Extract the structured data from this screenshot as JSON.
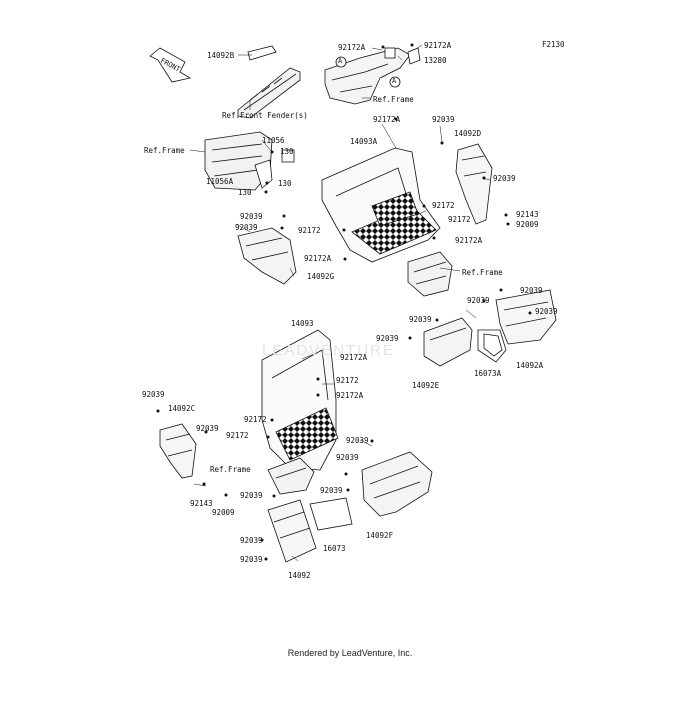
{
  "figure_code": "F2130",
  "footer": "Rendered by LeadVenture, Inc.",
  "watermark": "LEADVENTURE",
  "front_arrow": "FRONT",
  "callouts": [
    "A",
    "A"
  ],
  "labels": {
    "p14092B": "14092B",
    "ref_front_fender": "Ref.Front Fender(s)",
    "p92172A_t1": "92172A",
    "p92172A_t2": "92172A",
    "p13280": "13280",
    "ref_frame_top": "Ref.Frame",
    "ref_frame_left": "Ref.Frame",
    "p11056": "11056",
    "p130_a": "130",
    "p11056A": "11056A",
    "p130_b": "130",
    "p130_c": "130",
    "p92172A_m1": "92172A",
    "p14093A": "14093A",
    "p92039_r1": "92039",
    "p14092D": "14092D",
    "p92039_r2": "92039",
    "p92143_r": "92143",
    "p92009_r": "92009",
    "p92172_m1": "92172",
    "p92172_m2": "92172",
    "p92172_m3": "92172",
    "p92172A_m2": "92172A",
    "p92172A_m3": "92172A",
    "ref_frame_mid": "Ref.Frame",
    "p92039_l1": "92039",
    "p92039_l2": "92039",
    "p14092G": "14092G",
    "p92039_e1": "92039",
    "p92039_e2": "92039",
    "p92039_e3": "92039",
    "p92039_e4": "92039",
    "p14092E": "14092E",
    "p16073A": "16073A",
    "p14092A": "14092A",
    "p14093": "14093",
    "p92172A_b1": "92172A",
    "p92172_b1": "92172",
    "p92172A_b2": "92172A",
    "p92039_c1": "92039",
    "p14092C": "14092C",
    "p92039_c2": "92039",
    "p92172_b2": "92172",
    "p92172_b3": "92172",
    "ref_frame_bottom": "Ref.Frame",
    "p92143_l": "92143",
    "p92009_l": "92009",
    "p92039_f1": "92039",
    "p92039_f2": "92039",
    "p92039_f3": "92039",
    "p14092F": "14092F",
    "p92039_g1": "92039",
    "p92039_g2": "92039",
    "p16073": "16073",
    "p92039_g3": "92039",
    "p14092": "14092"
  }
}
